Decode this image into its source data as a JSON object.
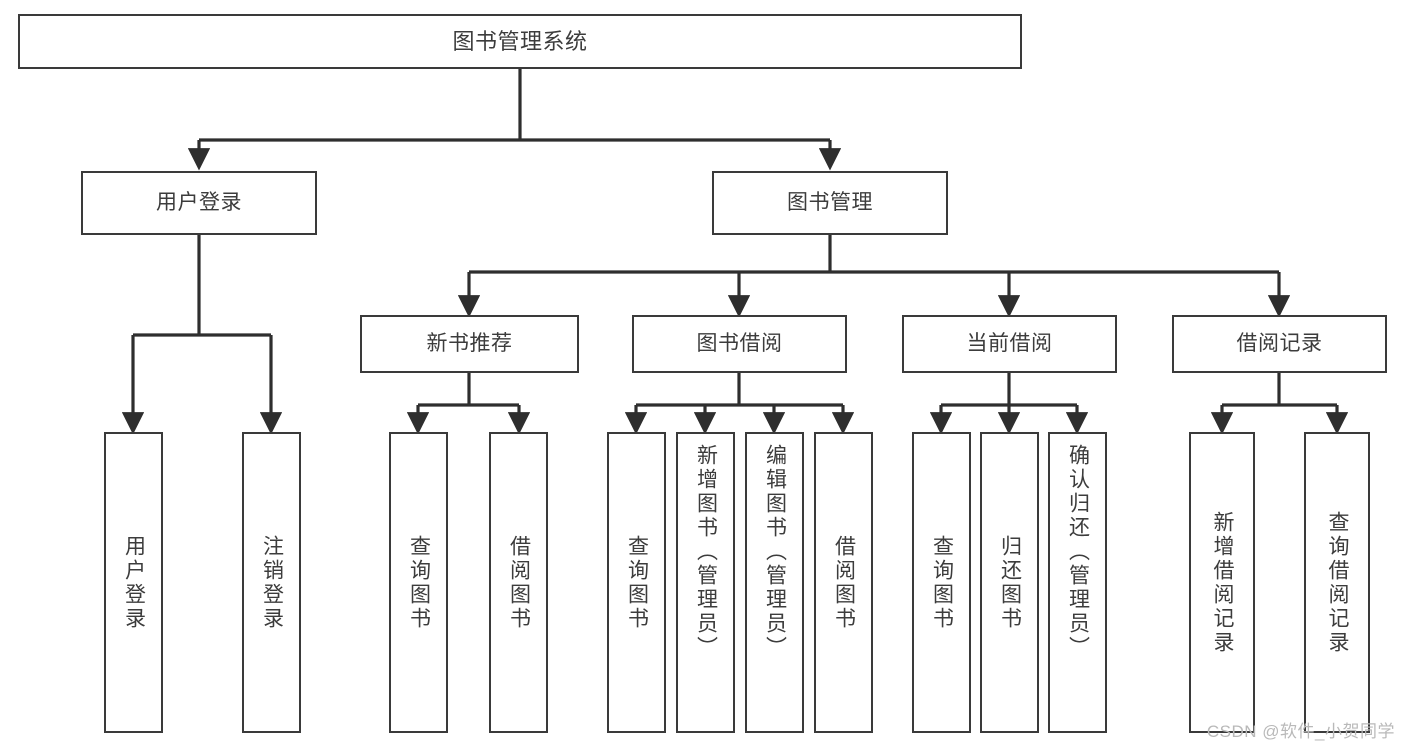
{
  "diagram": {
    "type": "tree-hierarchy-chart",
    "title": "图书管理系统",
    "orientation": "top-down",
    "box_fill": "#ffffff",
    "box_stroke": "#3a3a3a",
    "text_color": "#3c3c3c",
    "background": "#ffffff"
  },
  "root": {
    "label": "图书管理系统"
  },
  "level2": [
    {
      "label": "用户登录"
    },
    {
      "label": "图书管理"
    }
  ],
  "level3": [
    {
      "label": "新书推荐"
    },
    {
      "label": "图书借阅"
    },
    {
      "label": "当前借阅"
    },
    {
      "label": "借阅记录"
    }
  ],
  "leaves": {
    "user_login": [
      {
        "label": "用户登录"
      },
      {
        "label": "注销登录"
      }
    ],
    "new_book_recommend": [
      {
        "label": "查询图书"
      },
      {
        "label": "借阅图书"
      }
    ],
    "book_borrow": [
      {
        "label": "查询图书"
      },
      {
        "label": "新增图书（管理员）"
      },
      {
        "label": "编辑图书（管理员）"
      },
      {
        "label": "借阅图书"
      }
    ],
    "current_borrow": [
      {
        "label": "查询图书"
      },
      {
        "label": "归还图书"
      },
      {
        "label": "确认归还（管理员）"
      }
    ],
    "borrow_record": [
      {
        "label": "新增借阅记录"
      },
      {
        "label": "查询借阅记录"
      }
    ]
  },
  "watermark": {
    "text": "CSDN @软件_小贺同学"
  }
}
